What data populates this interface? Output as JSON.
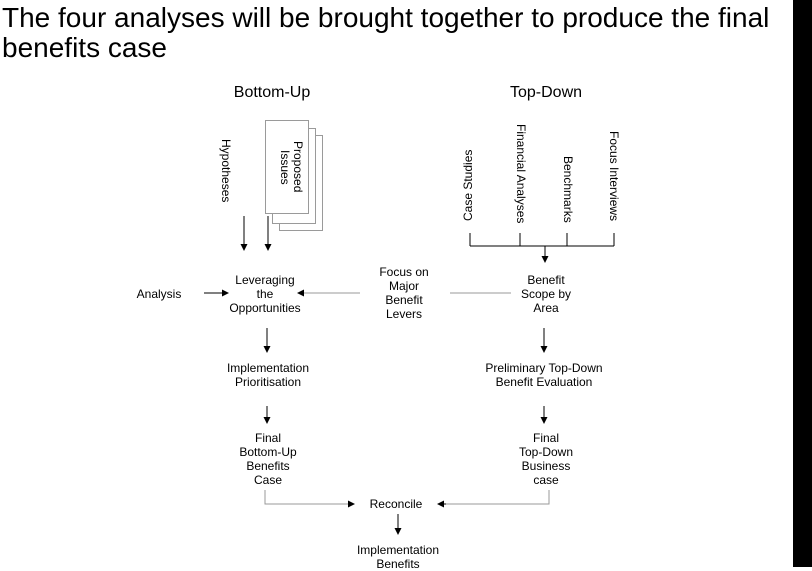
{
  "title": "The four analyses will be brought together to produce the final benefits case",
  "headings": {
    "bottom_up": "Bottom-Up",
    "top_down": "Top-Down"
  },
  "inputs": {
    "hypotheses": "Hypotheses",
    "proposed_issues": "Proposed\nIssues",
    "case_studies": "Case Studies",
    "financial_analyses": "Financial Analyses",
    "benchmarks": "Benchmarks",
    "focus_interviews": "Focus Interviews"
  },
  "nodes": {
    "analysis": "Analysis",
    "leveraging": "Leveraging\nthe\nOpportunities",
    "focus_levers": "Focus on\nMajor\nBenefit\nLevers",
    "benefit_scope": "Benefit\nScope by\nArea",
    "impl_prioritisation": "Implementation\nPrioritisation",
    "prelim_top_down": "Preliminary Top-Down\nBenefit Evaluation",
    "final_bottom_up": "Final\nBottom-Up\nBenefits\nCase",
    "final_top_down": "Final\nTop-Down\nBusiness\ncase",
    "reconcile": "Reconcile",
    "impl_benefits": "Implementation\nBenefits"
  }
}
